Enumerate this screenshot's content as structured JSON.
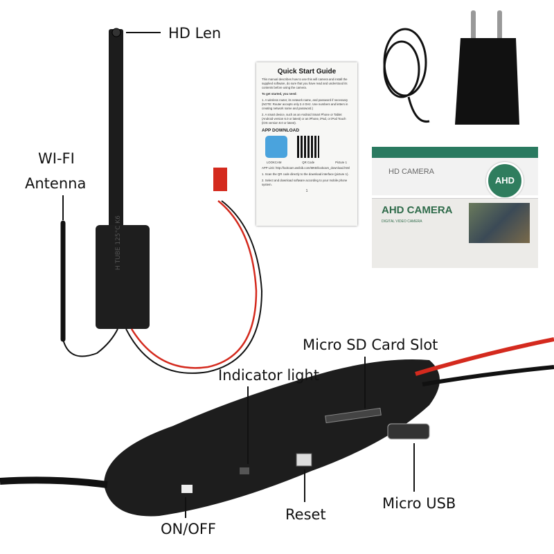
{
  "labels": {
    "hd_len": "HD Len",
    "wifi_antenna_line1": "WI-FI",
    "wifi_antenna_line2": "Antenna",
    "micro_sd_slot": "Micro SD Card Slot",
    "indicator_light": "Indicator light",
    "on_off": "ON/OFF",
    "reset": "Reset",
    "micro_usb": "Micro USB"
  },
  "module_print": "H TUBE 125°C K6",
  "manual": {
    "title": "Quick Start Guide",
    "intro": "This manual describes how to use this wifi camera and install the supplied software, do sure that you have read and understood its contents before using the camera.",
    "need_heading": "To get started, you need:",
    "item1": "1. A wireless router, its network name, and password if necessary (NOTE: Router accepts only 2.4 GHz. Use numbers and letters in creating network name and password.)",
    "item2": "2. A smart device, such as an Android Smart Phone or Tablet (Android version 6.0 or latest) or an iPhone, iPad, or iPod Touch (iOS version 8.0 or latest).",
    "app_heading": "APP DOWNLOAD",
    "captions": [
      "LOOKCAM",
      "QR Code",
      "Picture 1"
    ],
    "app_link": "APP Link: http://lookcam.weibib.com/MKB/lookcam_download.html",
    "step1": "1. Scan the QR code directly to the download interface (picture 1).",
    "step2": "2. Select and download software according to your mobile phone system.",
    "page_number": "1"
  },
  "box": {
    "top_title": "HD CAMERA",
    "badge": "AHD",
    "front_title": "AHD CAMERA",
    "front_subtitle": "DIGITAL VIDEO CAMERA"
  },
  "colors": {
    "wire_red": "#d42a1e",
    "box_green": "#2f7d5e",
    "device_black": "#1a1a1a"
  }
}
